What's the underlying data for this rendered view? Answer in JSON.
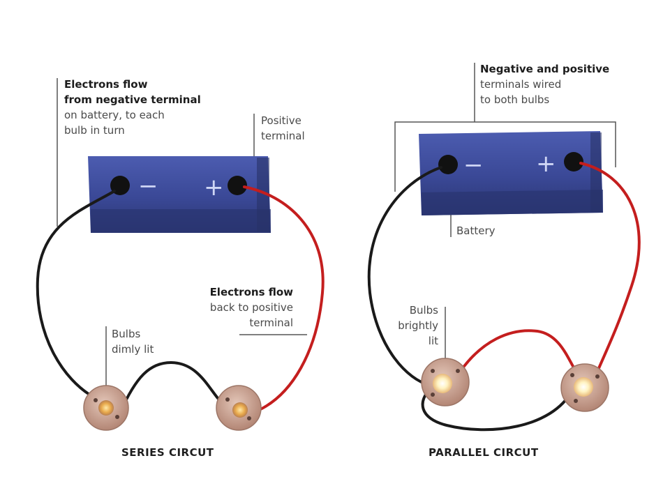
{
  "series": {
    "annotation_electrons_out": {
      "line1": "Electrons flow",
      "line2": "from negative terminal",
      "line3": "on battery, to each",
      "line4": "bulb in turn"
    },
    "annotation_positive_terminal": {
      "line1": "Positive",
      "line2": "terminal"
    },
    "annotation_electrons_back": {
      "line1": "Electrons flow",
      "line2": "back to positive",
      "line3": "terminal"
    },
    "annotation_bulbs": {
      "line1": "Bulbs",
      "line2": "dimly lit"
    },
    "battery": {
      "minus": "−",
      "plus": "+"
    },
    "caption": "SERIES CIRCUT"
  },
  "parallel": {
    "annotation_terminals": {
      "line1": "Negative and positive",
      "line2": "terminals wired",
      "line3": "to both bulbs"
    },
    "annotation_battery": "Battery",
    "annotation_bulbs": {
      "line1": "Bulbs",
      "line2": "brightly",
      "line3": "lit"
    },
    "battery": {
      "minus": "−",
      "plus": "+"
    },
    "caption": "PARALLEL CIRCUT"
  },
  "colors": {
    "battery": "#3b4a9a",
    "battery_shade": "#2a366f",
    "wire_negative": "#1a1a1a",
    "wire_positive": "#c41e1e",
    "bulb_base": "#c9a08f",
    "bulb_glow": "#fff6c9"
  }
}
